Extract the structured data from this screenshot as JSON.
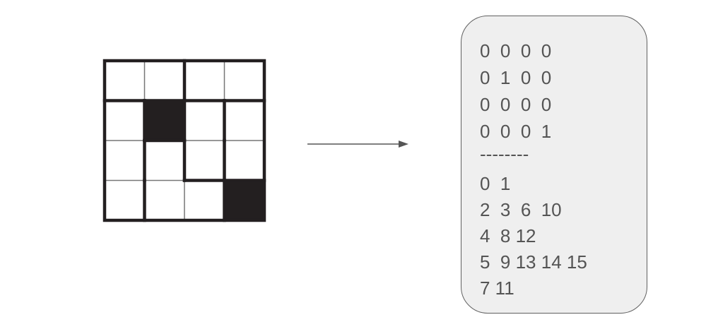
{
  "grid": {
    "rows": 4,
    "cols": 4,
    "cells": [
      [
        0,
        0,
        0,
        0
      ],
      [
        0,
        1,
        0,
        0
      ],
      [
        0,
        0,
        0,
        0
      ],
      [
        0,
        0,
        0,
        1
      ]
    ],
    "fill_color": "#231f20",
    "line_color": "#231f20"
  },
  "arrow": {
    "color": "#555555"
  },
  "output": {
    "lines": [
      "0  0  0  0",
      "0  1  0  0",
      "0  0  0  0",
      "0  0  0  1",
      "--------",
      "0  1",
      "2  3  6  10",
      "4  8 12",
      "5  9 13 14 15",
      "7 11"
    ],
    "text_color": "#545454",
    "background": "#efefef"
  }
}
